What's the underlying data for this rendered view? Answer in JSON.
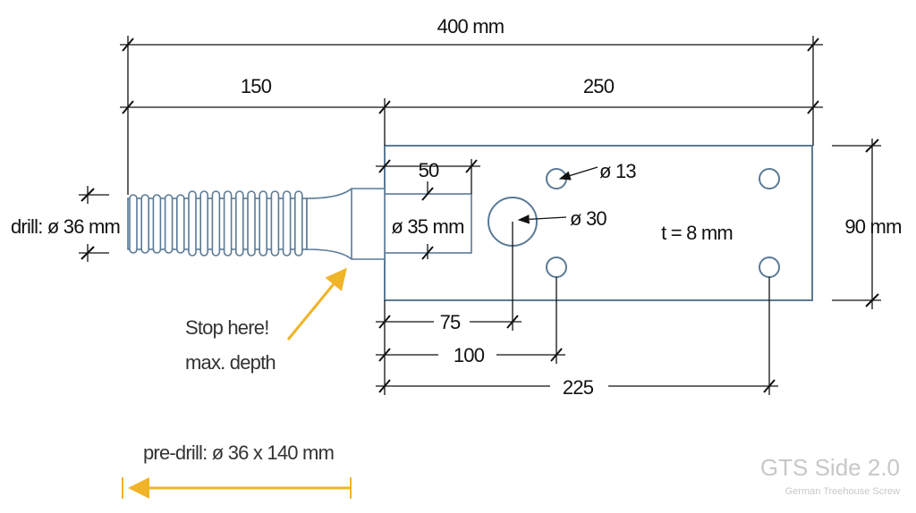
{
  "dimensions": {
    "total_length": "400 mm",
    "screw_length": "150",
    "plate_length": "250",
    "plate_height": "90 mm",
    "drill_diameter": "drill: ø 36 mm",
    "stub_length": "50",
    "stub_diameter": "ø 35 mm",
    "small_hole": "ø 13",
    "big_hole": "ø 30",
    "thickness": "t = 8 mm",
    "big_hole_offset": "75",
    "hole_row1_offset": "100",
    "hole_row2_offset": "225"
  },
  "notes": {
    "stop_line1": "Stop here!",
    "stop_line2": "max. depth",
    "predrill": "pre-drill: ø 36 x 140 mm"
  },
  "brand": {
    "title": "GTS Side 2.0",
    "subtitle": "German Treehouse Screw"
  },
  "colors": {
    "accent": "#f0b429",
    "part": "#5a7a96"
  }
}
